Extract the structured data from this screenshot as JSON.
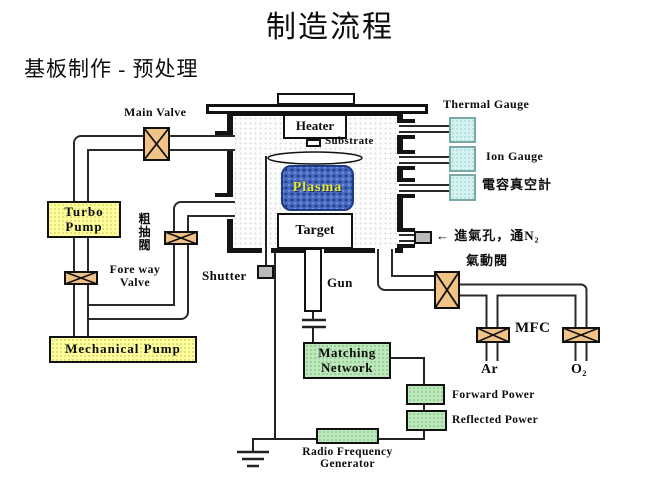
{
  "title": "制造流程",
  "subtitle": "基板制作 - 预处理",
  "chamber": {
    "heater": "Heater",
    "substrate": "Substrate",
    "plasma": "Plasma",
    "target": "Target",
    "gun": "Gun",
    "shutter": "Shutter"
  },
  "vacuum": {
    "main_valve": "Main Valve",
    "turbo_pump_line1": "Turbo",
    "turbo_pump_line2": "Pump",
    "rough_valve": "粗抽閥",
    "foreway_valve_line1": "Fore way",
    "foreway_valve_line2": "Valve",
    "mechanical_pump": "Mechanical Pump"
  },
  "gauges": {
    "thermal": "Thermal Gauge",
    "ion": "Ion Gauge",
    "capacitance": "電容真空計"
  },
  "gas": {
    "inlet_label": "← 進氣孔，通N₂",
    "pneumatic_valve": "氣動閥",
    "mfc": "MFC",
    "ar": "Ar",
    "o2": "O₂"
  },
  "rf": {
    "matching_line1": "Matching",
    "matching_line2": "Network",
    "forward_power": "Forward Power",
    "reflected_power": "Reflected Power",
    "generator_line1": "Radio Frequency",
    "generator_line2": "Generator"
  },
  "colors": {
    "valve_fill": "#f2c387",
    "pump_fill": "#ffff9e",
    "gauge_fill": "#d4f2f0",
    "rf_box_fill": "#bce8bc",
    "plasma_fill": "#4a6cc0",
    "plasma_text": "#e8e832",
    "shutter_fill": "#bababa",
    "wall": "#141414"
  }
}
